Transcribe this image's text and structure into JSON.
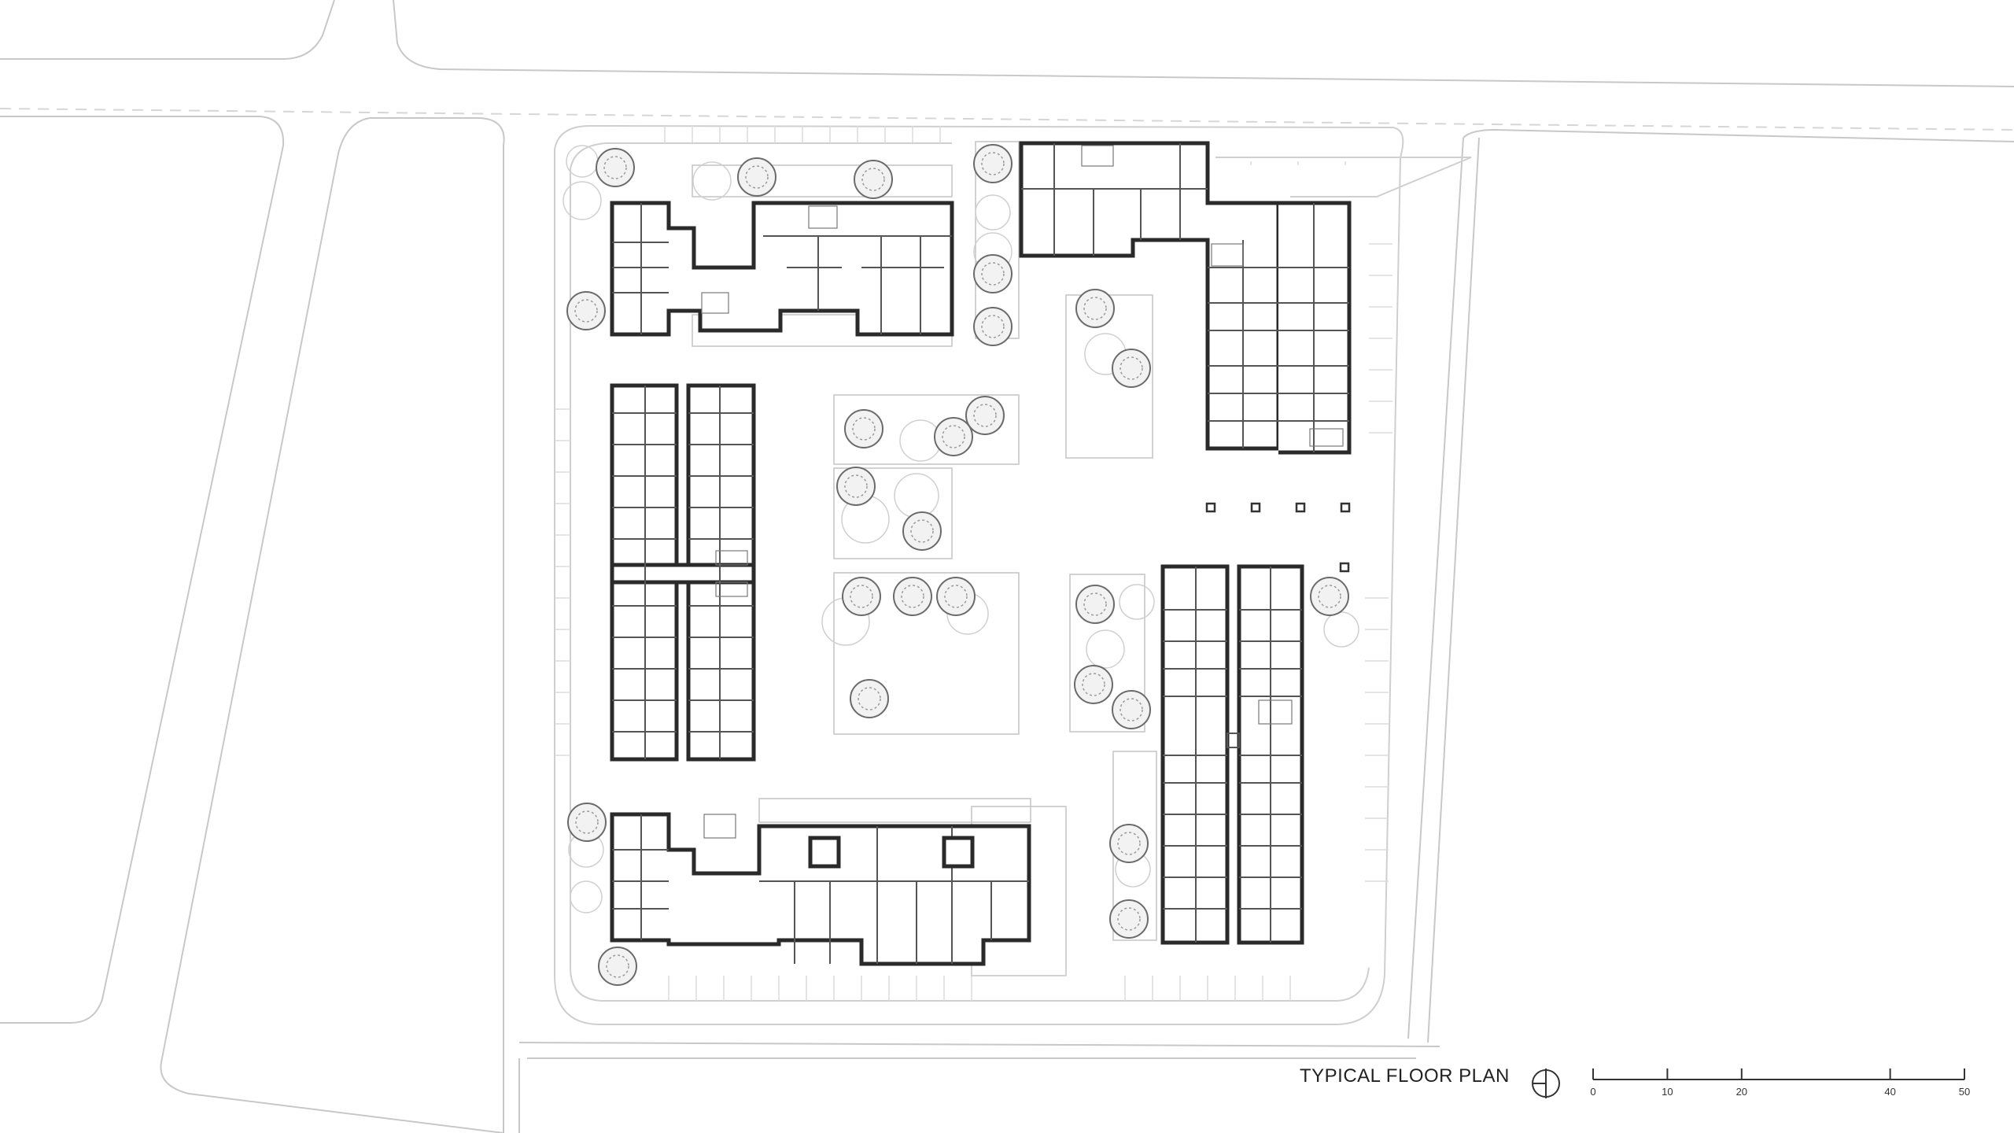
{
  "title": "TYPICAL FLOOR PLAN",
  "north_arrow": "north-arrow-icon",
  "scale_bar": {
    "ticks": [
      {
        "label": "0",
        "value": 0
      },
      {
        "label": "10",
        "value": 10
      },
      {
        "label": "20",
        "value": 20
      },
      {
        "label": "40",
        "value": 40
      },
      {
        "label": "50",
        "value": 50
      }
    ],
    "max": 50
  },
  "colors": {
    "line": "#2a2a2a",
    "road": "#c8c8c8",
    "background": "#ffffff"
  }
}
